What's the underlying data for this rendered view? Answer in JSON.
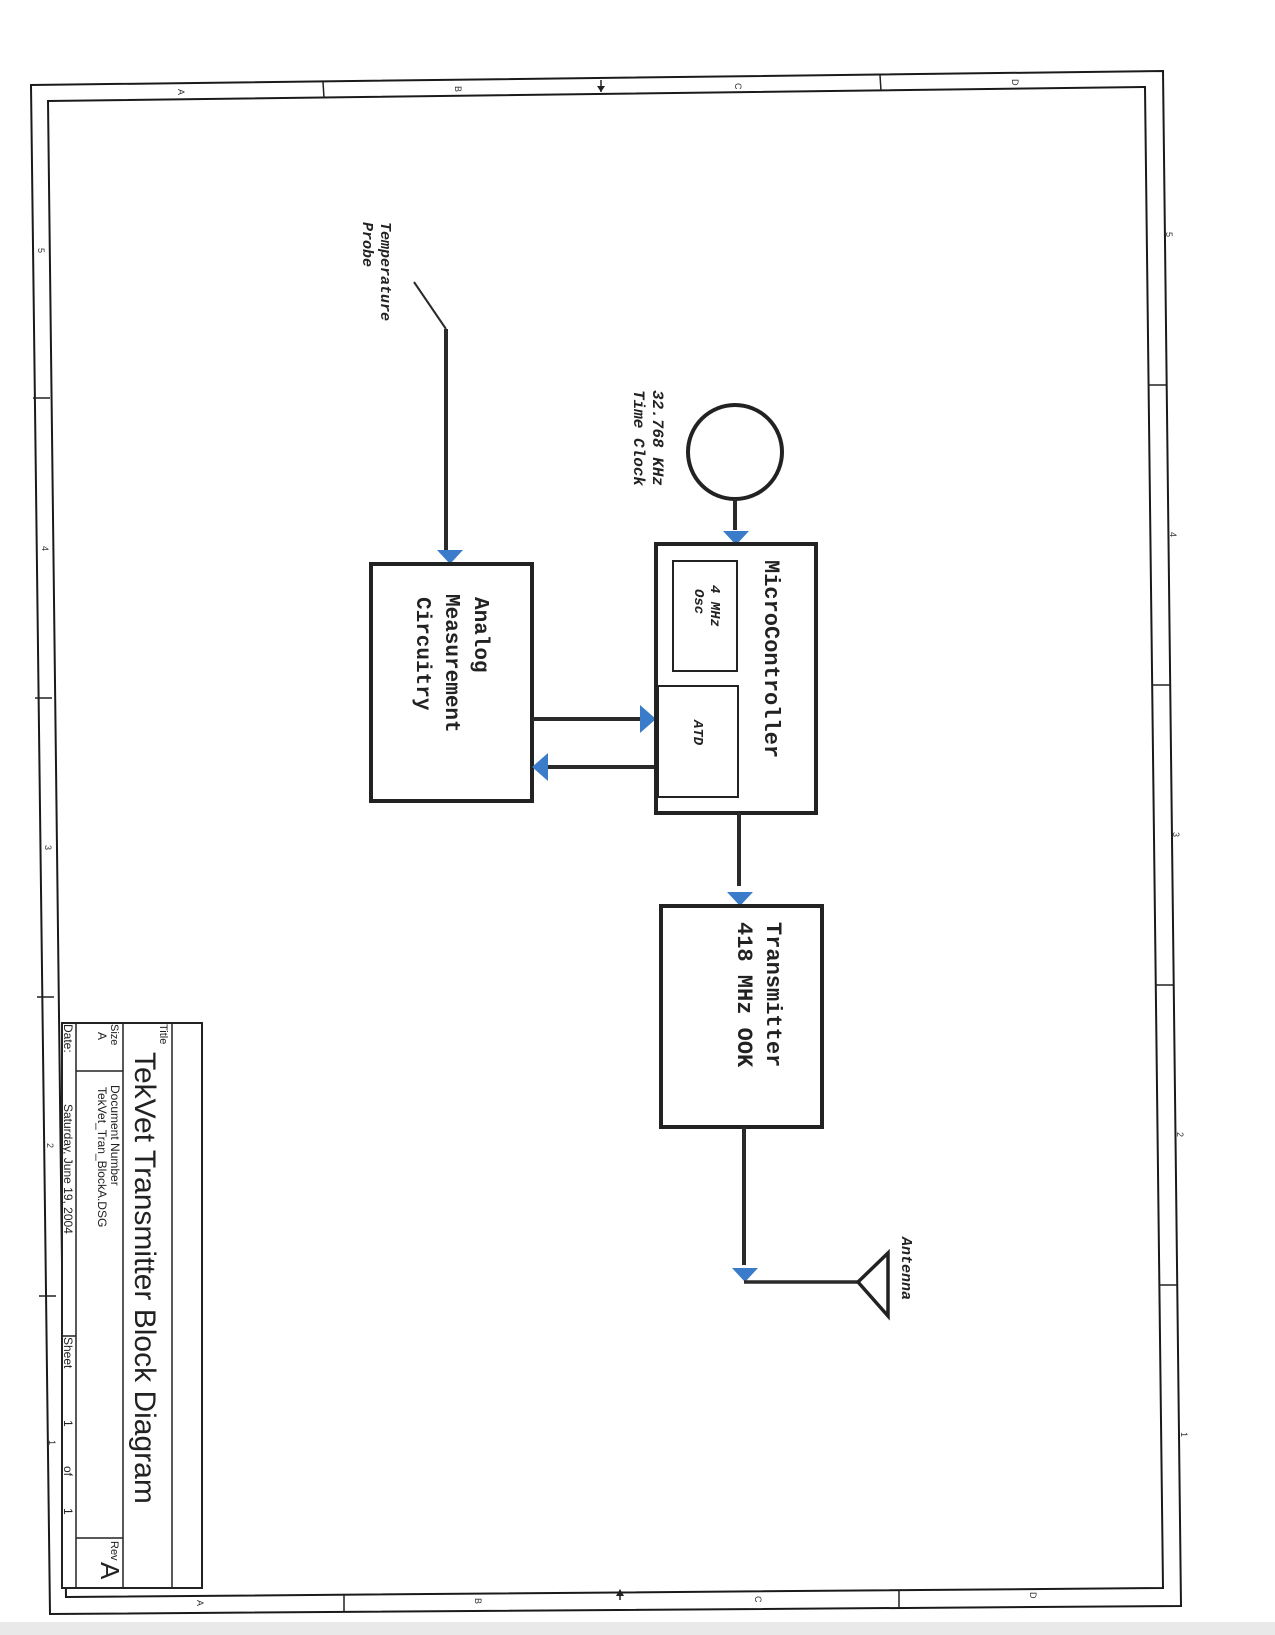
{
  "document": {
    "title_label": "Title",
    "title": "TekVet Transmitter Block Diagram",
    "size_label": "Size",
    "size": "A",
    "doc_number_label": "Document Number",
    "doc_number": "TekVet_Tran_BlockA.DSG",
    "rev_label": "Rev",
    "rev": "A",
    "date_label": "Date:",
    "date": "Saturday, June 19, 2004",
    "sheet_label": "Sheet",
    "sheet_current": "1",
    "sheet_of": "of",
    "sheet_total": "1"
  },
  "border": {
    "column_zones": [
      "A",
      "B",
      "C",
      "D"
    ],
    "row_zones": [
      "5",
      "4",
      "3",
      "2",
      "1"
    ]
  },
  "blocks": {
    "temperature_probe": {
      "line1": "Temperature",
      "line2": "Probe"
    },
    "clock": {
      "line1": "32.768 KHz",
      "line2": "Time Clock"
    },
    "analog": {
      "line1": "Analog",
      "line2": "Measurement",
      "line3": "Circuitry"
    },
    "microcontroller": {
      "label": "MicroController",
      "osc_line1": "4 MHz",
      "osc_line2": "Osc",
      "atd": "ATD"
    },
    "transmitter": {
      "line1": "Transmitter",
      "line2": "418 MHz OOK"
    },
    "antenna": {
      "label": "Antenna"
    }
  },
  "colors": {
    "arrow": "#3a7cc9",
    "line": "#2a2a2a"
  }
}
